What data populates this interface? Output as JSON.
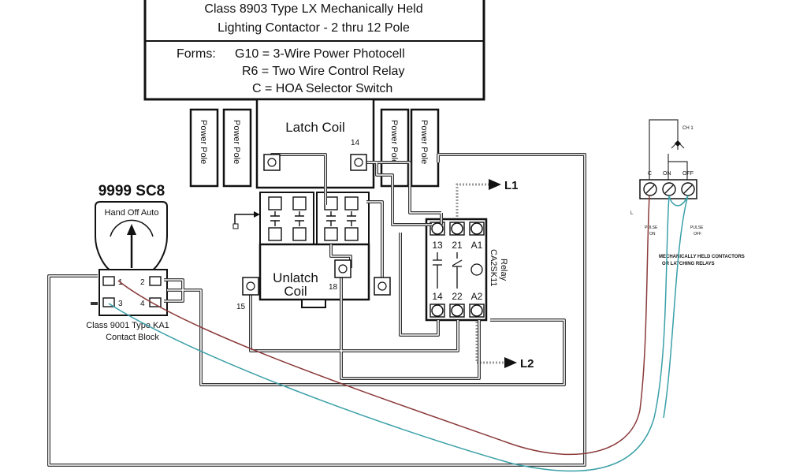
{
  "header": {
    "line1": "Class 8903 Type LX Mechanically Held",
    "line2": "Lighting Contactor - 2 thru 12 Pole",
    "forms_label": "Forms:",
    "form_g10": "G10 = 3-Wire Power Photocell",
    "form_r6": "R6 = Two Wire Control Relay",
    "form_c": "C = HOA Selector Switch"
  },
  "power_pole": "Power Pole",
  "latch_coil": "Latch Coil",
  "unlatch_coil_1": "Unlatch",
  "unlatch_coil_2": "Coil",
  "terminals": {
    "t14_top": "14",
    "t15": "15",
    "t18": "18"
  },
  "selector": {
    "title": "9999 SC8",
    "positions": "Hand Off Auto",
    "block_line1": "Class 9001 Type KA1",
    "block_line2": "Contact Block",
    "c1": "1",
    "c2": "2",
    "c3": "3",
    "c4": "4"
  },
  "relay": {
    "label": "CA2SK11",
    "label2": "Relay",
    "top": [
      "13",
      "21",
      "A1"
    ],
    "bottom": [
      "14",
      "22",
      "A2"
    ]
  },
  "lines": {
    "l1": "L1",
    "l2": "L2"
  },
  "photocell": {
    "ch1": "CH 1",
    "c": "C",
    "on": "ON",
    "off": "OFF",
    "l": "L",
    "pulse_on_1": "PULSE",
    "pulse_on_2": "ON",
    "pulse_off_1": "PULSE",
    "pulse_off_2": "OFF",
    "note_1": "MECHANICALLY HELD CONTACTORS",
    "note_2": "OR LATCHING RELAYS"
  }
}
